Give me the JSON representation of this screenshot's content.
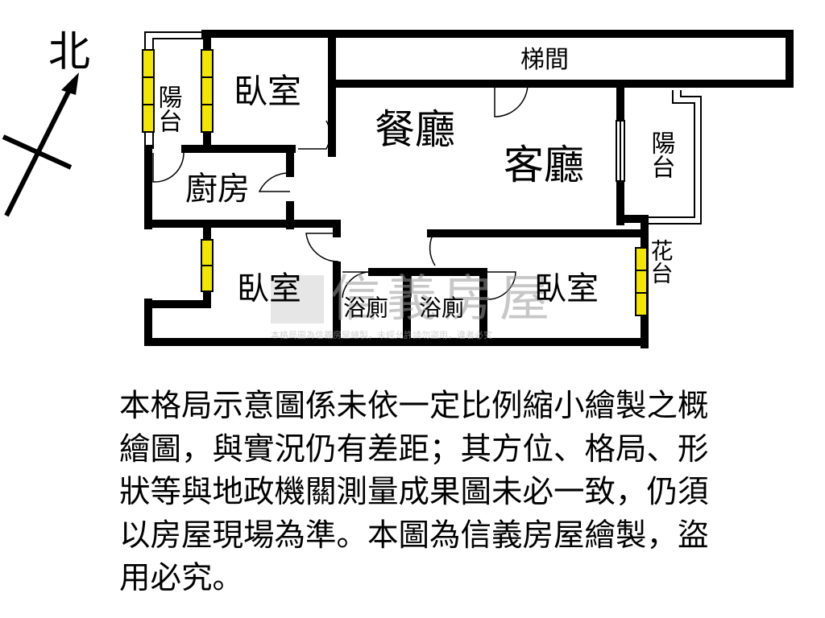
{
  "compass": {
    "label": "北"
  },
  "rooms": {
    "balcony_west": "陽台",
    "bedroom_nw": "臥室",
    "kitchen": "廚房",
    "dining": "餐廳",
    "living": "客廳",
    "stairwell": "梯間",
    "balcony_east": "陽台",
    "bedroom_sw": "臥室",
    "bath_1": "浴廁",
    "bath_2": "浴廁",
    "bedroom_se": "臥室",
    "planter": "花台"
  },
  "watermark": {
    "brand": "信義房屋",
    "note": "本格局圖為信義房屋繪製，未經允許請勿盜用，違者必究"
  },
  "disclaimer": {
    "lines": [
      "本格局示意圖係未依一定比例縮小繪製之概",
      "繪圖，與實況仍有差距；其方位、格局、形",
      "狀等與地政機關測量成果圖未必一致，仍須",
      "以房屋現場為準。本圖為信義房屋繪製，盜",
      "用必究。"
    ]
  },
  "colors": {
    "wall": "#000000",
    "window": "#f2e600",
    "background": "#ffffff"
  }
}
